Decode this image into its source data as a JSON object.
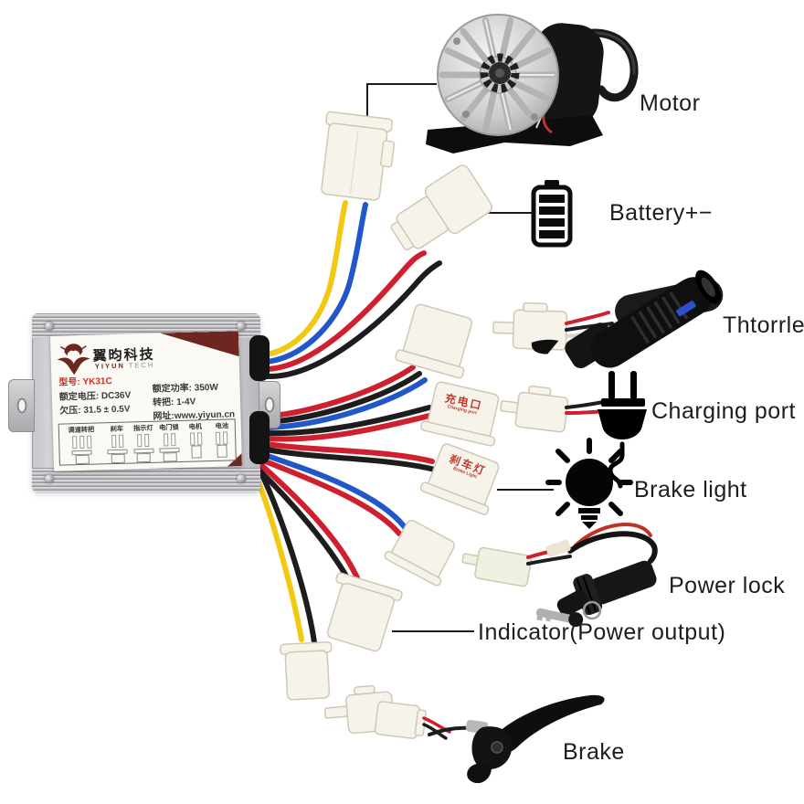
{
  "controller": {
    "brand_cn": "翼昀科技",
    "brand_en_1": "YIYUN",
    "brand_en_2": "TECH",
    "model": "型号: YK31C",
    "spec_left": [
      "额定电压: DC36V",
      "欠压: 31.5 ± 0.5V"
    ],
    "spec_right": [
      "额定功率: 350W",
      "转把: 1-4V",
      "网址:www.yiyun.cn"
    ],
    "pin_headers": [
      "调速转把",
      "刹车",
      "指示灯",
      "电门锁",
      "电机",
      "电池"
    ]
  },
  "connector_tags": {
    "charging_cn": "充电口",
    "charging_en": "Charging port",
    "brake_cn": "刹车灯",
    "brake_en": "Brake Light"
  },
  "labels": {
    "motor": "Motor",
    "battery": "Battery+−",
    "throttle": "Thtorrle",
    "charging_port": "Charging port",
    "brake_light": "Brake light",
    "power_lock": "Power lock",
    "indicator": "Indicator(Power output)",
    "brake": "Brake"
  },
  "colors": {
    "wire_yellow": "#f2c912",
    "wire_blue": "#2257c9",
    "wire_red": "#cf2030",
    "wire_black": "#1d1d1d",
    "maroon_accent": "#6d2720",
    "tag_red": "#c23a2e",
    "label_text": "#1d1d1d"
  }
}
